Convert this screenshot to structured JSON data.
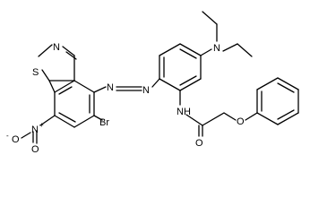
{
  "structure": {
    "atoms": {
      "ring_n": "N",
      "ring_s": "S",
      "nitro_n": "N",
      "nitro_n_charge": "+",
      "nitro_o_top": "O",
      "nitro_o_left": "O",
      "nitro_o_charge": "-",
      "bromo": "Br",
      "azo_n1": "N",
      "azo_n2": "N",
      "amine_n": "N",
      "amide_n": "N",
      "amide_h": "H",
      "carbonyl_o": "O",
      "ether_o": "O"
    }
  }
}
